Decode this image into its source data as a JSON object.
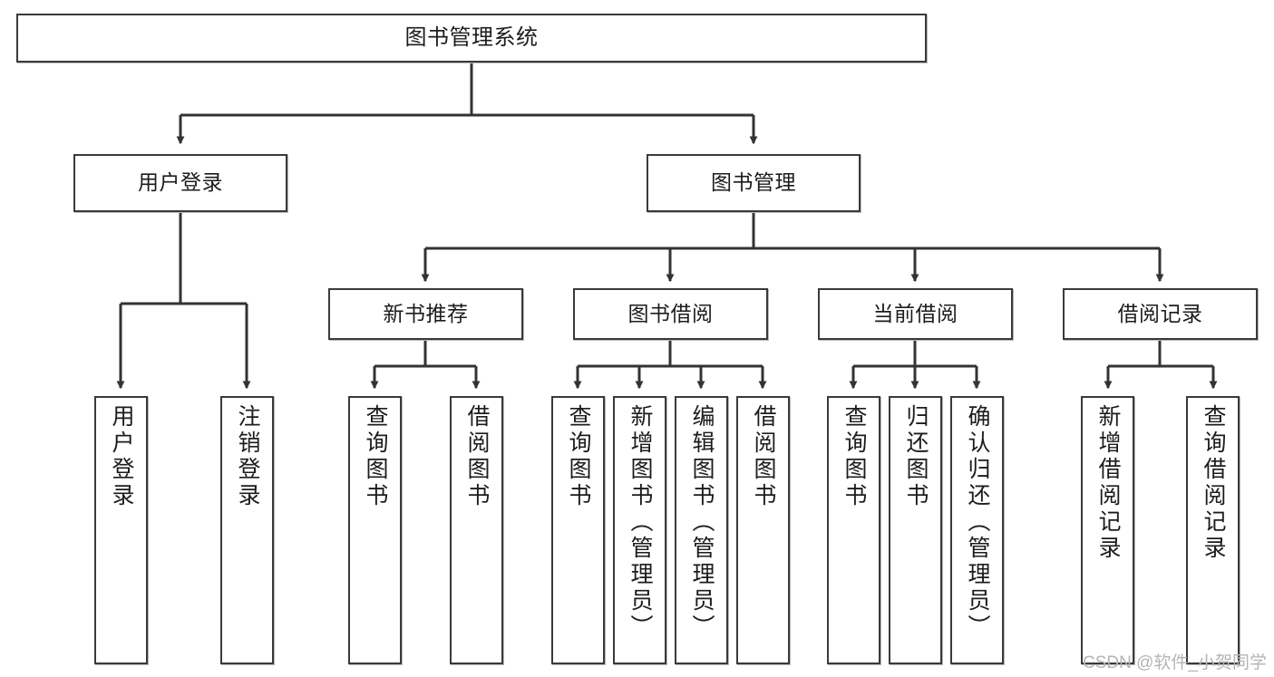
{
  "diagram": {
    "title": "图书管理系统",
    "type": "tree-hierarchy-chart",
    "watermark": "CSDN @软件_小贺同学",
    "colors": {
      "node_border": "#3a3a3a",
      "node_fill": "#ffffff",
      "edge": "#333333",
      "text": "#1c1c1c",
      "watermark": "#b5b5b5",
      "background": "#ffffff"
    },
    "levels": {
      "root": {
        "label": "图书管理系统"
      },
      "level2": [
        {
          "id": "user-login",
          "label": "用户登录"
        },
        {
          "id": "book-management",
          "label": "图书管理"
        }
      ],
      "level3": [
        {
          "id": "new-book-recommend",
          "label": "新书推荐",
          "parent": "book-management"
        },
        {
          "id": "book-borrow",
          "label": "图书借阅",
          "parent": "book-management"
        },
        {
          "id": "current-borrow",
          "label": "当前借阅",
          "parent": "book-management"
        },
        {
          "id": "borrow-record",
          "label": "借阅记录",
          "parent": "book-management"
        }
      ],
      "leaves": {
        "user_login": [
          {
            "id": "leaf-user-login",
            "label": "用户登录"
          },
          {
            "id": "leaf-logout-login",
            "label": "注销登录"
          }
        ],
        "new_book_recommend": [
          {
            "id": "leaf-query-book-1",
            "label": "查询图书"
          },
          {
            "id": "leaf-borrow-book-1",
            "label": "借阅图书"
          }
        ],
        "book_borrow": [
          {
            "id": "leaf-query-book-2",
            "label": "查询图书"
          },
          {
            "id": "leaf-add-book-admin",
            "label": "新增图书（管理员）"
          },
          {
            "id": "leaf-edit-book-admin",
            "label": "编辑图书（管理员）"
          },
          {
            "id": "leaf-borrow-book-2",
            "label": "借阅图书"
          }
        ],
        "current_borrow": [
          {
            "id": "leaf-query-book-3",
            "label": "查询图书"
          },
          {
            "id": "leaf-return-book",
            "label": "归还图书"
          },
          {
            "id": "leaf-confirm-return-admin",
            "label": "确认归还（管理员）"
          }
        ],
        "borrow_record": [
          {
            "id": "leaf-add-borrow-record",
            "label": "新增借阅记录"
          },
          {
            "id": "leaf-query-borrow-record",
            "label": "查询借阅记录"
          }
        ]
      }
    }
  }
}
